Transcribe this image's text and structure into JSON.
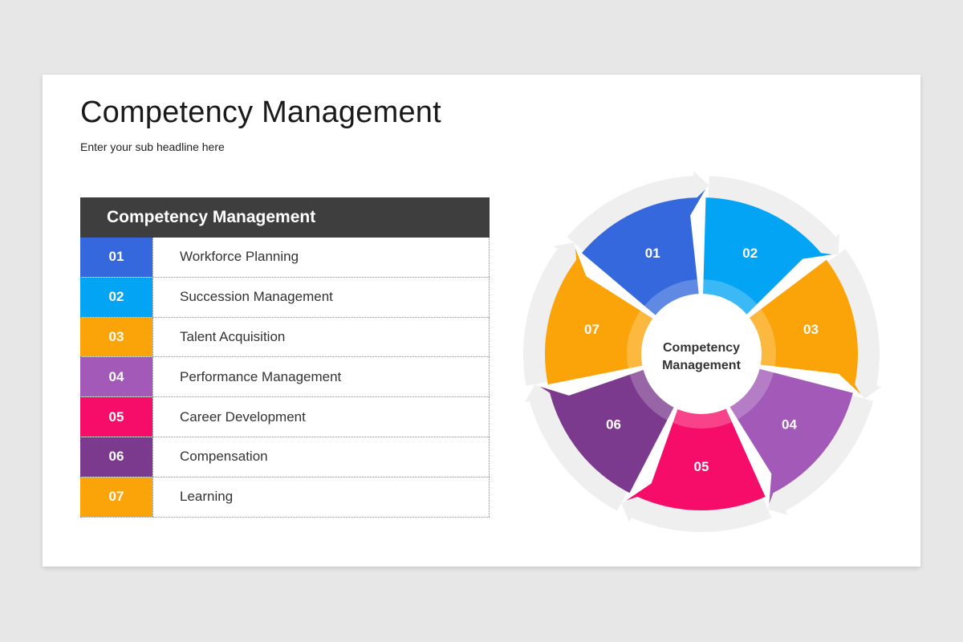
{
  "slide": {
    "title": "Competency Management",
    "subtitle": "Enter your sub headline here"
  },
  "table": {
    "header": "Competency Management",
    "rows": [
      {
        "num": "01",
        "label": "Workforce Planning",
        "color": "#3468dc"
      },
      {
        "num": "02",
        "label": "Succession Management",
        "color": "#04a4f4"
      },
      {
        "num": "03",
        "label": "Talent Acquisition",
        "color": "#fba40a"
      },
      {
        "num": "04",
        "label": "Performance Management",
        "color": "#a259b8"
      },
      {
        "num": "05",
        "label": "Career Development",
        "color": "#f60d6a"
      },
      {
        "num": "06",
        "label": "Compensation",
        "color": "#7b3a8e"
      },
      {
        "num": "07",
        "label": "Learning",
        "color": "#fba40a"
      }
    ]
  },
  "wheel": {
    "center_label_line1": "Competency",
    "center_label_line2": "Management",
    "segments": [
      {
        "num": "01",
        "color": "#3468dc"
      },
      {
        "num": "02",
        "color": "#04a4f4"
      },
      {
        "num": "03",
        "color": "#fba40a"
      },
      {
        "num": "04",
        "color": "#a259b8"
      },
      {
        "num": "05",
        "color": "#f60d6a"
      },
      {
        "num": "06",
        "color": "#7b3a8e"
      },
      {
        "num": "07",
        "color": "#fba40a"
      }
    ]
  }
}
